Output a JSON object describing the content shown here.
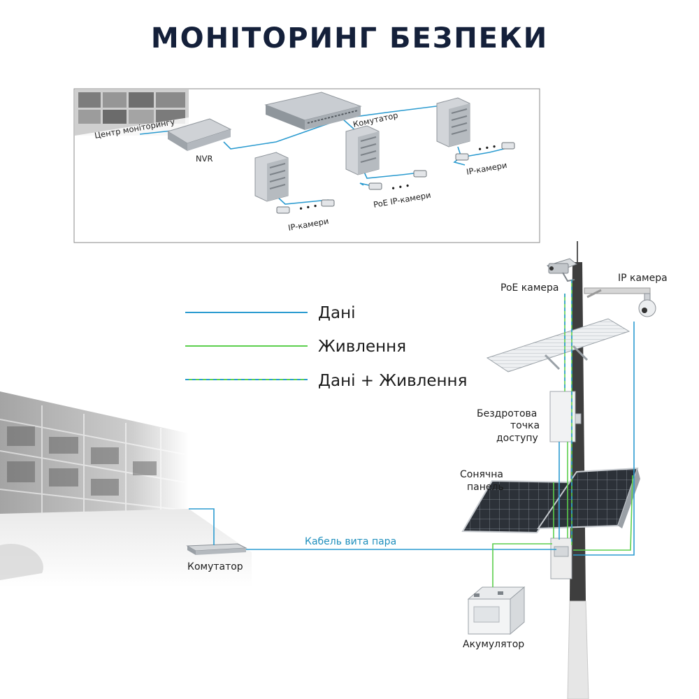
{
  "title": "МОНІТОРИНГ БЕЗПЕКИ",
  "colors": {
    "data": "#2b9bd0",
    "power": "#5ccf4d",
    "title": "#14203a",
    "pole_dark": "#3b3b3b"
  },
  "top_scheme": {
    "monitoring_center": "Центр моніторингу",
    "nvr": "NVR",
    "switch": "Комутатор",
    "ip_cameras_left": "IP-камери",
    "poe_ip_cameras": "PoE IP-камери",
    "ip_cameras_right": "IP-камери",
    "dots": "• • •"
  },
  "legend": {
    "data": "Дані",
    "power": "Живлення",
    "data_power": "Дані + Живлення"
  },
  "bottom_scheme": {
    "poe_camera": "PoE камера",
    "ip_camera": "IP камера",
    "access_point_l1": "Бездротова",
    "access_point_l2": "точка",
    "access_point_l3": "доступу",
    "solar_l1": "Сонячна",
    "solar_l2": "панель",
    "cable": "Кабель вита пара",
    "switch": "Комутатор",
    "battery": "Акумулятор"
  }
}
